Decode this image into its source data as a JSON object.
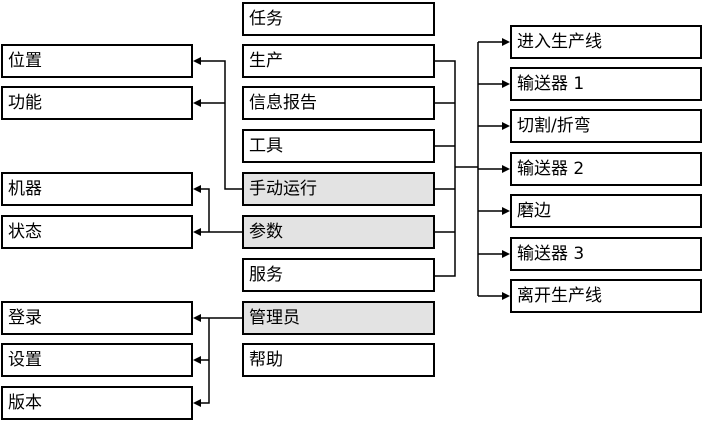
{
  "left_top": [
    "位置",
    "功能"
  ],
  "left_middle": [
    "机器",
    "状态"
  ],
  "left_bottom": [
    "登录",
    "设置",
    "版本"
  ],
  "center": [
    "任务",
    "生产",
    "信息报告",
    "工具",
    "手动运行",
    "参数",
    "服务",
    "管理员",
    "帮助"
  ],
  "center_highlighted": [
    "手动运行",
    "参数",
    "管理员"
  ],
  "right": [
    "进入生产线",
    "输送器 1",
    "切割/折弯",
    "输送器 2",
    "磨边",
    "输送器 3",
    "离开生产线"
  ],
  "colors": {
    "border": "#000000",
    "highlight": "#e3e3e3",
    "background": "#ffffff"
  }
}
